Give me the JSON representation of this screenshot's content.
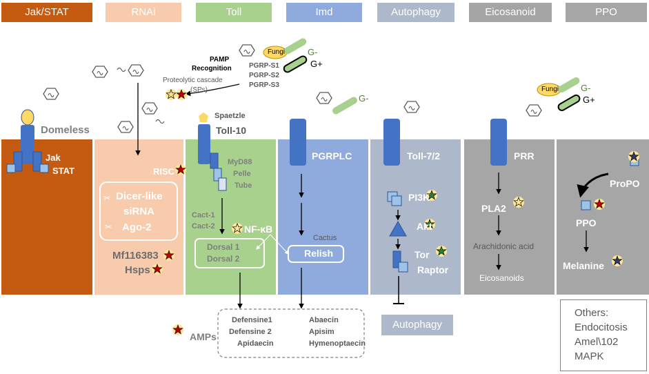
{
  "headers": [
    {
      "label": "Jak/STAT",
      "color": "#c55a11"
    },
    {
      "label": "RNAi",
      "color": "#f8cbad"
    },
    {
      "label": "Toll",
      "color": "#a9d18e"
    },
    {
      "label": "Imd",
      "color": "#8faadc"
    },
    {
      "label": "Autophagy",
      "color": "#adb9ca"
    },
    {
      "label": "Eicosanoid",
      "color": "#a5a5a5"
    },
    {
      "label": "PPO",
      "color": "#a6a6a6"
    }
  ],
  "jak": {
    "receptor": "Domeless",
    "jak": "Jak",
    "stat": "STAT"
  },
  "rnai": {
    "risc": "RISC",
    "dicer": "Dicer-like",
    "sirna": "siRNA",
    "ago": "Ago-2",
    "mf": "Mf116383",
    "hsps": "Hsps"
  },
  "toll": {
    "pamp": "PAMP\nRecognition",
    "pamp1": "PAMP",
    "pamp2": "Recognition",
    "fungi": "Fungi",
    "gneg": "G-",
    "gpos": "G+",
    "pgrps1": "PGRP-S1",
    "pgrps2": "PGRP-S2",
    "pgrps3": "PGRP-S3",
    "cascade1": "Proteolytic cascade",
    "cascade2": "(SPs)",
    "spaetzle": "Spaetzle",
    "receptor": "Toll-10",
    "myd88": "MyD88",
    "pelle": "Pelle",
    "tube": "Tube",
    "cact1": "Cact-1",
    "cact2": "Cact-2",
    "nfkb": "NF-κB",
    "dorsal1": "Dorsal 1",
    "dorsal2": "Dorsal 2"
  },
  "imd": {
    "gneg": "G-",
    "receptor": "PGRPLC",
    "cactus": "Cactus",
    "relish": "Relish"
  },
  "autophagy": {
    "receptor": "Toll-7/2",
    "pi3k": "PI3K",
    "akt": "Akt",
    "tor": "Tor",
    "raptor": "Raptor",
    "output": "Autophagy"
  },
  "eicosanoid": {
    "fungi": "Fungi",
    "gneg": "G-",
    "gpos": "G+",
    "receptor": "PRR",
    "pla2": "PLA2",
    "arach": "Arachidonic acid",
    "eico": "Eicosanoids"
  },
  "ppo": {
    "propo": "ProPO",
    "ppo": "PPO",
    "melanine": "Melanine"
  },
  "amps": {
    "label": "AMPs",
    "col1": [
      "Defensine1",
      "Defensine 2",
      "Apidaecin"
    ],
    "col2": [
      "Abaecin",
      "Apisim",
      "Hymenoptaecin"
    ]
  },
  "others": {
    "title": "Others:",
    "items": [
      "Endocitosis",
      "Amel\\102",
      "MAPK"
    ]
  }
}
